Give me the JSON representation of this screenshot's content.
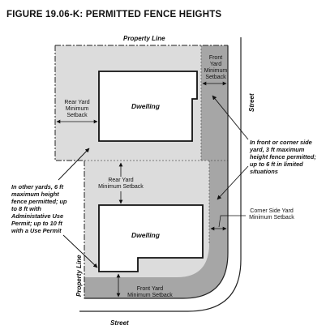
{
  "title": "FIGURE 19.06-K: PERMITTED FENCE HEIGHTS",
  "labels": {
    "property_line_top": "Property Line",
    "property_line_left": "Property Line",
    "street_right": "Street",
    "street_bottom": "Street",
    "dwelling_1": "Dwelling",
    "dwelling_2": "Dwelling",
    "front_yard_min_setback_top": [
      "Front",
      "Yard",
      "Minimum",
      "Setback"
    ],
    "rear_yard_min_setback_left": [
      "Rear Yard",
      "Minimum",
      "Setback"
    ],
    "rear_yard_min_setback_mid": [
      "Rear Yard",
      "Minimum Setback"
    ],
    "corner_side_yard_min_setback": [
      "Corner Side Yard",
      "Minimum Setback"
    ],
    "front_yard_min_setback_bottom": [
      "Front Yard",
      "Minimum Setback"
    ]
  },
  "notes": {
    "front_corner_side_yard": [
      "In front or corner side",
      "yard, 3 ft maximum",
      "height fence permitted;",
      "up to 6 ft in limited",
      "situations"
    ],
    "other_yards": [
      "In other yards, 6 ft",
      "maximum height",
      "fence permitted; up",
      "to 8 ft with",
      "Administative Use",
      "Permit; up to 10 ft",
      "with a Use Permit"
    ]
  },
  "colors": {
    "light_fill": "#dcdcdc",
    "dark_fill": "#a6a6a6",
    "line": "#222222"
  }
}
